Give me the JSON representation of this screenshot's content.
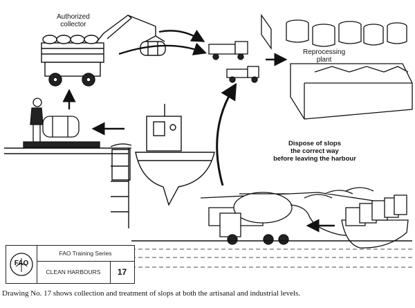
{
  "labels": {
    "collector": "Authorized\ncollector",
    "plant": "Reprocessing\nplant",
    "dispose_line1": "Dispose of slops",
    "dispose_line2": "the correct way",
    "dispose_line3": "before leaving the harbour"
  },
  "panel": {
    "logo_text": "FAO",
    "series": "FAO Training Series",
    "name": "CLEAN HARBOURS",
    "number": "17"
  },
  "caption": "Drawing No. 17 shows collection and treatment of slops at both the artisanal and industrial levels."
}
